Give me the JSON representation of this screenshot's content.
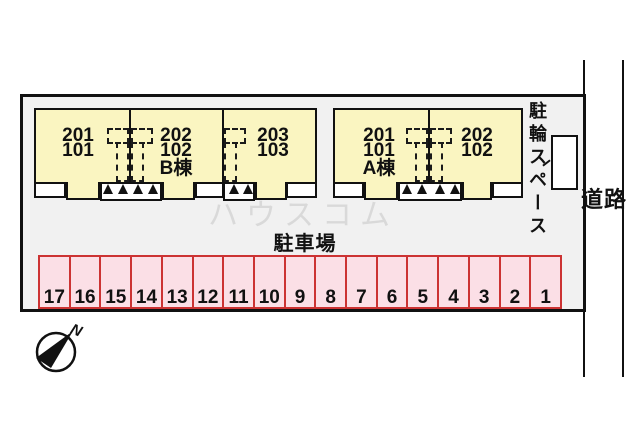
{
  "plan": {
    "road": {
      "label": "道路"
    },
    "parking": {
      "label": "駐車場",
      "spaces": [
        "17",
        "16",
        "15",
        "14",
        "13",
        "12",
        "11",
        "10",
        "9",
        "8",
        "7",
        "6",
        "5",
        "4",
        "3",
        "2",
        "1"
      ]
    },
    "bike": {
      "label": "駐輪スペース"
    },
    "compass": {
      "north_label": "N"
    },
    "watermark": {
      "label": "ハウスコム"
    },
    "buildings": {
      "b": {
        "units": [
          [
            "201",
            "101"
          ],
          [
            "202",
            "102",
            "B棟"
          ],
          [
            "203",
            "103"
          ]
        ]
      },
      "a": {
        "units": [
          [
            "201",
            "101",
            "A棟"
          ],
          [
            "202",
            "102"
          ]
        ]
      }
    },
    "colors": {
      "building_fill": "#FAF5C1",
      "site_fill": "#F1F1F1",
      "parking_fill": "#FBDFE6",
      "parking_border": "#CC3333",
      "line": "#111111"
    }
  }
}
